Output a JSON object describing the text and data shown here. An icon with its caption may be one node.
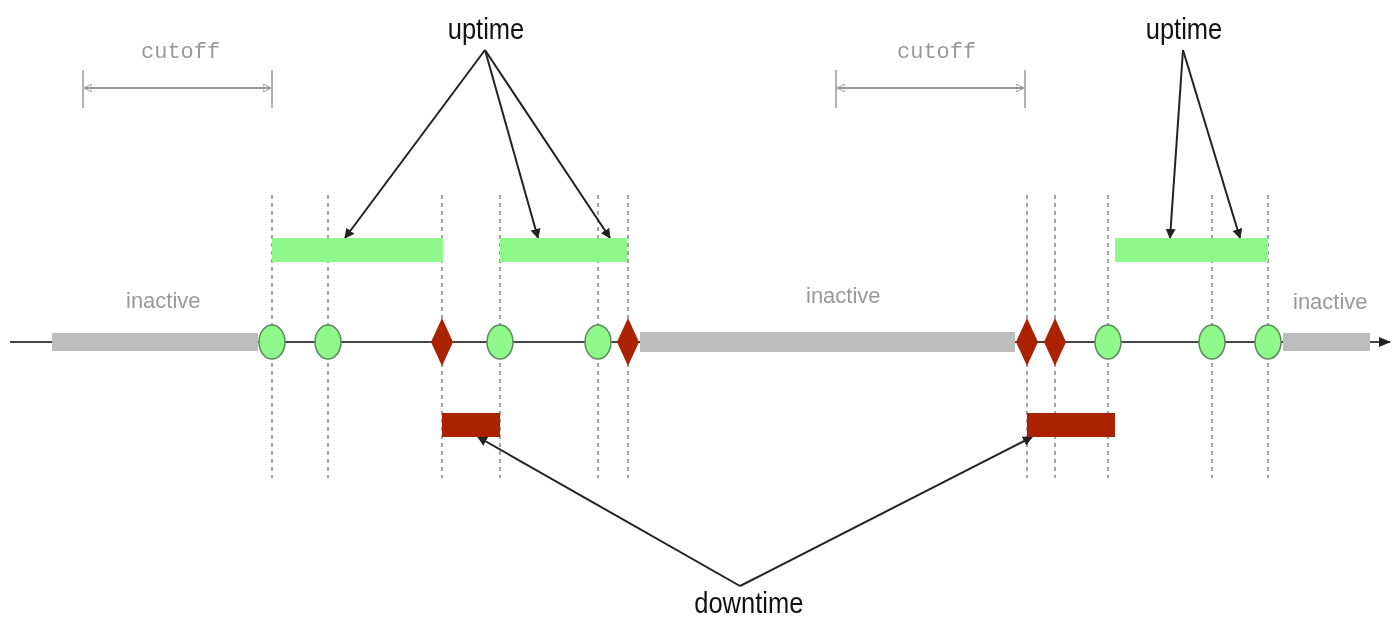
{
  "diagram": {
    "nodes": [
      {
        "text": [
          "uptime"
        ]
      },
      {
        "text": [
          "uptime"
        ]
      },
      {
        "text": [],
        "shape": "bar"
      },
      {
        "text": [],
        "shape": "bar"
      },
      {
        "text": [],
        "shape": "bar"
      },
      {
        "text": [],
        "shape": "circle"
      },
      {
        "text": [],
        "shape": "circle"
      },
      {
        "text": [],
        "shape": "diamond"
      },
      {
        "text": [],
        "shape": "circle"
      },
      {
        "text": [],
        "shape": "circle"
      },
      {
        "text": [],
        "shape": "diamond"
      },
      {
        "text": [],
        "shape": "diamond"
      },
      {
        "text": [],
        "shape": "diamond"
      },
      {
        "text": [],
        "shape": "circle"
      },
      {
        "text": [],
        "shape": "circle"
      },
      {
        "text": [],
        "shape": "circle"
      },
      {
        "text": [],
        "shape": "bar"
      },
      {
        "text": [],
        "shape": "bar"
      },
      {
        "text": [
          "downtime"
        ]
      }
    ],
    "edges": [
      {
        "from": 0,
        "to": 2,
        "arrow": "to"
      },
      {
        "from": 0,
        "to": 3,
        "arrow": "to"
      },
      {
        "from": 0,
        "to": 3,
        "arrow": "to"
      },
      {
        "from": 1,
        "to": 4,
        "arrow": "to"
      },
      {
        "from": 1,
        "to": 4,
        "arrow": "to"
      },
      {
        "from": 18,
        "to": 16,
        "arrow": "to"
      },
      {
        "from": 18,
        "to": 17,
        "arrow": "to"
      }
    ],
    "labels": [
      "cutoff",
      "cutoff",
      "inactive",
      "inactive",
      "inactive"
    ]
  }
}
